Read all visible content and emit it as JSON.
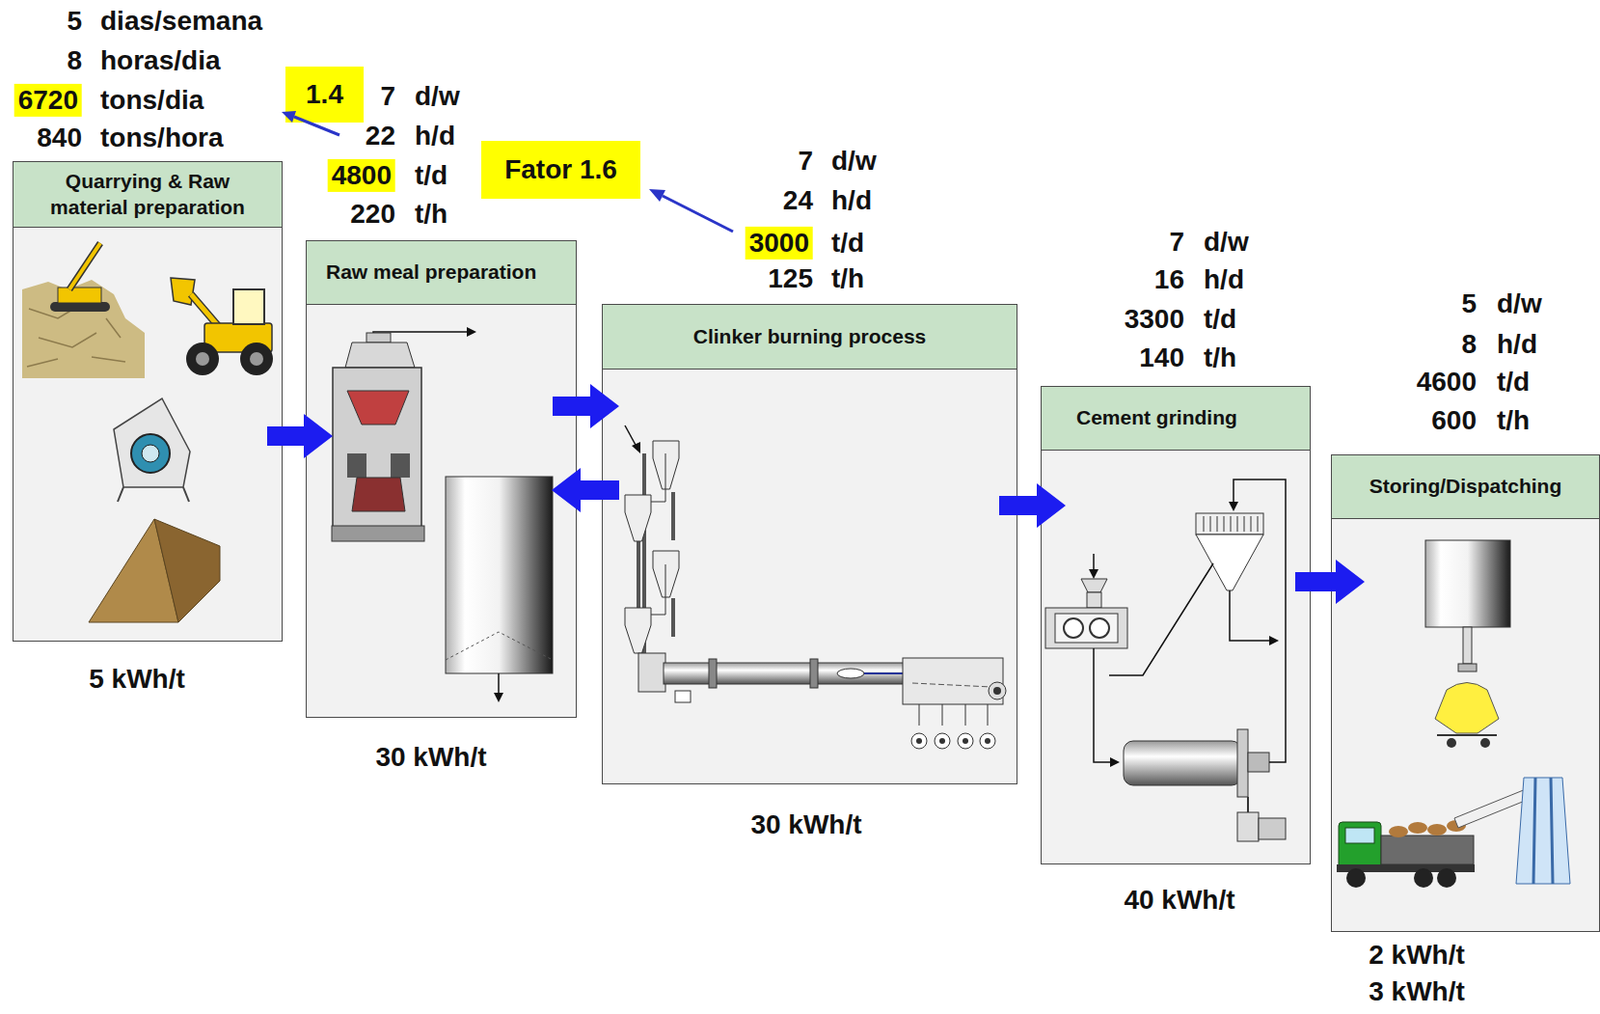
{
  "diagram": {
    "nodes": [
      {
        "text": [
          "1.4"
        ]
      },
      {
        "text": [
          "Fator 1.6"
        ]
      },
      {
        "text": [
          "Quarrying & Raw material preparation"
        ]
      },
      {
        "text": [
          "Raw meal preparation"
        ]
      },
      {
        "text": [
          "Clinker burning process"
        ]
      },
      {
        "text": [
          "Cement grinding"
        ]
      },
      {
        "text": [
          "Storing/Dispatching"
        ]
      }
    ],
    "edges": [
      {
        "from": 2,
        "to": 3,
        "arrow": "to"
      },
      {
        "from": 3,
        "to": 4,
        "arrow": "to"
      },
      {
        "from": 4,
        "to": 3,
        "arrow": "to"
      },
      {
        "from": 4,
        "to": 5,
        "arrow": "to"
      },
      {
        "from": 5,
        "to": 6,
        "arrow": "to"
      }
    ],
    "labels": [
      "5",
      "dias/semana",
      "8",
      "horas/dia",
      "6720",
      "tons/dia",
      "840",
      "tons/hora",
      "7",
      "d/w",
      "22",
      "h/d",
      "4800",
      "t/d",
      "220",
      "t/h",
      "7",
      "d/w",
      "24",
      "h/d",
      "3000",
      "t/d",
      "125",
      "t/h",
      "7",
      "d/w",
      "16",
      "h/d",
      "3300",
      "t/d",
      "140",
      "t/h",
      "5",
      "d/w",
      "8",
      "h/d",
      "4600",
      "t/d",
      "600",
      "t/h",
      "5 kWh/t",
      "30 kWh/t",
      "30 kWh/t",
      "40 kWh/t",
      "2 kWh/t",
      "3 kWh/t"
    ]
  }
}
